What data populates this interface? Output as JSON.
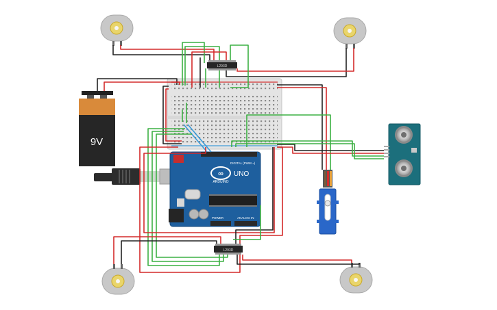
{
  "battery": {
    "voltage_label": "9V"
  },
  "arduino": {
    "brand": "ARDUINO",
    "model": "UNO",
    "digital_header": "DIGITAL (PWM ~)",
    "power_header": "POWER",
    "analog_header": "ANALOG IN"
  },
  "motor_driver_top": {
    "label": "L293D"
  },
  "motor_driver_bottom": {
    "label": "L293D"
  },
  "colors": {
    "wire_red": "#d42a2a",
    "wire_black": "#222222",
    "wire_green": "#3cb043",
    "wire_blue": "#3a9ad9",
    "arduino_blue": "#1e5f9e",
    "sensor_teal": "#1c6f7c",
    "servo_blue": "#2a67c9",
    "battery_orange": "#d98a3a"
  }
}
